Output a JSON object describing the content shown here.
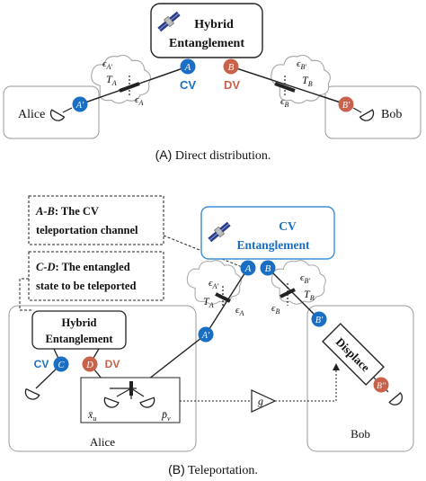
{
  "panelA": {
    "hybrid_box": {
      "line1": "Hybrid",
      "line2": "Entanglement"
    },
    "node_A": "A",
    "node_B": "B",
    "cv_label": "CV",
    "dv_label": "DV",
    "alice_label": "Alice",
    "bob_label": "Bob",
    "node_A_prime": "A'",
    "node_B_prime": "B'",
    "T_A": "T",
    "T_A_sub": "A",
    "T_B": "T",
    "T_B_sub": "B",
    "eps_A_prime": "ϵ",
    "eps_A_prime_sub": "A'",
    "eps_A": "ϵ",
    "eps_A_sub": "A",
    "eps_B_prime": "ϵ",
    "eps_B_prime_sub": "B'",
    "eps_B": "ϵ",
    "eps_B_sub": "B",
    "caption_letter": "(A)",
    "caption_text": " Direct distribution."
  },
  "panelB": {
    "note1": {
      "title": "A-B",
      "rest1": ": The CV",
      "line2": "teleportation channel"
    },
    "note2": {
      "title": "C-D",
      "rest1": ": The entangled",
      "line2": "state to be teleported"
    },
    "cv_ent_box": {
      "line1": "CV",
      "line2": "Entanglement"
    },
    "hybrid_box": {
      "line1": "Hybrid",
      "line2": "Entanglement"
    },
    "node_A": "A",
    "node_B": "B",
    "node_A_prime": "A'",
    "node_B_prime": "B'",
    "node_C": "C",
    "node_D": "D",
    "node_B_dprime": "B''",
    "cv_label": "CV",
    "dv_label": "DV",
    "T_A": "T",
    "T_A_sub": "A",
    "T_B": "T",
    "T_B_sub": "B",
    "eps_A_prime": "ϵ",
    "eps_A_prime_sub": "A'",
    "eps_A": "ϵ",
    "eps_A_sub": "A",
    "eps_B_prime": "ϵ",
    "eps_B_prime_sub": "B'",
    "eps_B": "ϵ",
    "eps_B_sub": "B",
    "x_u": "x̄",
    "x_u_sub": "u",
    "p_v": "p̄",
    "p_v_sub": "v",
    "gain": "g",
    "displace": "Displace",
    "alice_label": "Alice",
    "bob_label": "Bob",
    "caption_letter": "(B)",
    "caption_text": " Teleportation."
  },
  "colors": {
    "blue": "#1a6fc4",
    "orange": "#c8624a",
    "cv_box_border": "#3b8fd6"
  }
}
